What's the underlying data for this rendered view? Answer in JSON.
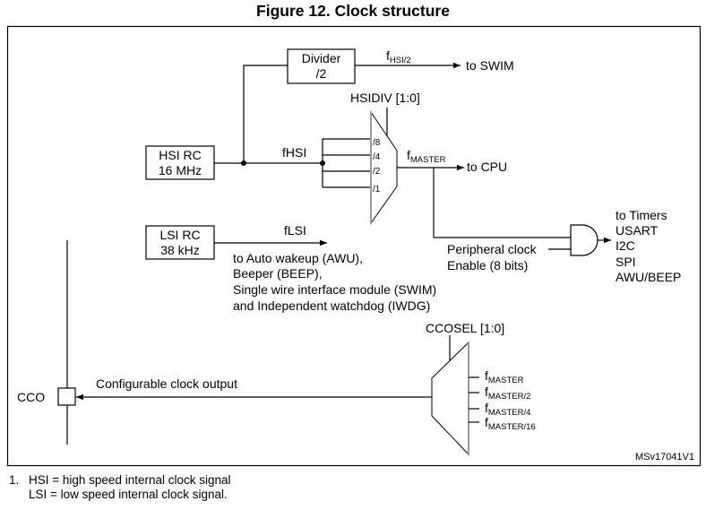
{
  "title": "Figure 12. Clock structure",
  "diagram_id": "MSv17041V1",
  "blocks": {
    "divider": [
      "Divider",
      "/2"
    ],
    "hsi_rc": [
      "HSI RC",
      "16 MHz"
    ],
    "lsi_rc": [
      "LSI RC",
      "38 kHz"
    ]
  },
  "signals": {
    "f_hsi2": {
      "base": "f",
      "sub": "HSI/2"
    },
    "to_swim": "to SWIM",
    "hsidiv": "HSIDIV [1:0]",
    "fhsi": "fHSI",
    "hsidiv_inputs": [
      "/8",
      "/4",
      "/2",
      "/1"
    ],
    "f_master": {
      "base": "f",
      "sub": "MASTER"
    },
    "to_cpu": "to CPU",
    "flsi": "fLSI",
    "lsi_dest": [
      "to Auto wakeup (AWU),",
      "Beeper (BEEP),",
      "Single wire interface module (SWIM)",
      "and Independent watchdog (IWDG)"
    ],
    "peripheral_clock": [
      "Peripheral clock",
      "Enable (8 bits)"
    ],
    "peripherals": [
      "to Timers",
      "USART",
      "I2C",
      "SPI",
      "AWU/BEEP"
    ],
    "ccosel": "CCOSEL [1:0]",
    "cco_inputs": [
      {
        "base": "f",
        "sub": "MASTER"
      },
      {
        "base": "f",
        "sub": "MASTER/2"
      },
      {
        "base": "f",
        "sub": "MASTER/4"
      },
      {
        "base": "f",
        "sub": "MASTER/16"
      }
    ],
    "cco_output": "Configurable clock output",
    "cco_pin": "CCO"
  },
  "notes": [
    {
      "num": "1.",
      "lines": [
        "HSI = high speed internal clock signal",
        "LSI = low speed internal clock signal."
      ]
    }
  ]
}
